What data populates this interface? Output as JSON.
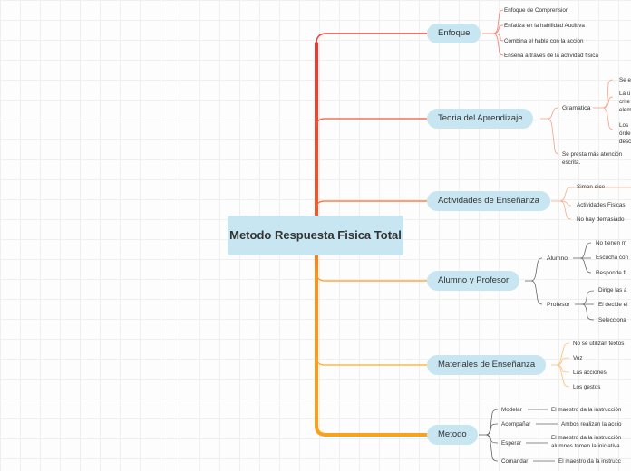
{
  "root": {
    "title": "Metodo Respuesta Fisica Total"
  },
  "branches": {
    "enfoque": {
      "label": "Enfoque",
      "items": [
        "Enfoque de Comprension",
        "Enfatiza en la habilidad Auditiva",
        "Combina el habla con la accion",
        "Enseña a través de la actividad física"
      ]
    },
    "teoria": {
      "label": "Teoria del Aprendizaje",
      "gramatica": {
        "label": "Gramatica",
        "items": [
          "Se e",
          "La u crite elem",
          "Los órde desc"
        ]
      },
      "extra": "Se presta más atención escrita."
    },
    "actividades": {
      "label": "Actividades de Enseñanza",
      "items": [
        "Simon dice",
        "Actividades Fisicas",
        "No hay demasiado"
      ]
    },
    "alumno": {
      "label": "Alumno y Profesor",
      "alumno": {
        "label": "Alumno",
        "items": [
          "No tienen m",
          "Escucha con",
          "Responde fí"
        ]
      },
      "profesor": {
        "label": "Profesor",
        "items": [
          "Dirige las a",
          "El decide el",
          "Selecciona"
        ]
      }
    },
    "materiales": {
      "label": "Materiales de Enseñanza",
      "items": [
        "No se utilizan textos",
        "Voz",
        "Las acciones",
        "Los gestos"
      ]
    },
    "metodo": {
      "label": "Metodo",
      "steps": [
        {
          "label": "Modelar",
          "detail": "El maestro da la instrucción"
        },
        {
          "label": "Acompañar",
          "detail": "Ambos realizan la accio"
        },
        {
          "label": "Esperar",
          "detail": "El maestro da la instrucción alumnos tomen la iniciativa"
        },
        {
          "label": "Comandar",
          "detail": "El maestro da la instrucc"
        }
      ]
    }
  },
  "colors": {
    "red": "#e8453c",
    "orange": "#f59d26",
    "branch_enfoque": "#f07a6a",
    "branch_teoria": "#f4a086",
    "branch_actividades": "#f5b08a",
    "branch_alumno": "#666666",
    "branch_materiales": "#f7c27a",
    "branch_metodo": "#666666",
    "node_fill": "#c7e6f1"
  }
}
